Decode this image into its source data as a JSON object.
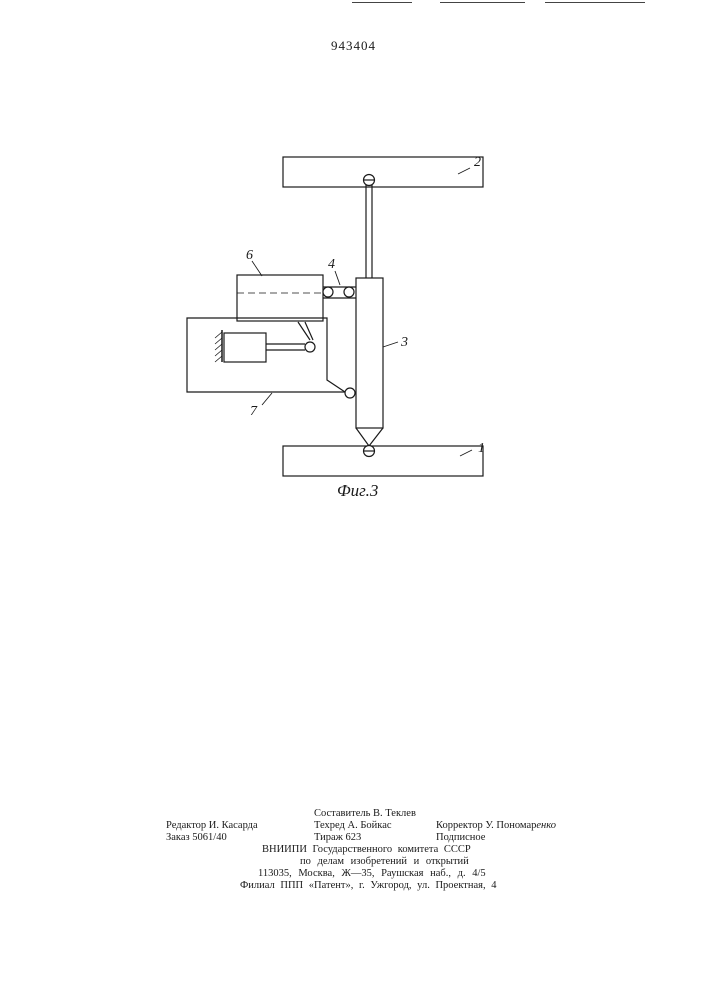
{
  "header": {
    "patent_number": "943404"
  },
  "figure": {
    "caption": "Фиг.3",
    "labels": {
      "l1": "1",
      "l2": "2",
      "l3": "3",
      "l4": "4",
      "l6": "6",
      "l7": "7"
    }
  },
  "colophon": {
    "compiler": "Составитель В. Теклев",
    "editor": "Редактор И. Касарда",
    "techred": "Техред А. Бойкас",
    "corrector_prefix": "Корректор У. Пономар",
    "corrector_suffix": "енко",
    "order": "Заказ 5061/40",
    "circulation": "Тираж 623",
    "subscription": "Подписное",
    "org_line1": "ВНИИПИ Государственного комитета СССР",
    "org_line2": "по делам изобретений и открытий",
    "address": "113035, Москва, Ж—35, Раушская наб., д. 4/5",
    "branch": "Филиал ППП «Патент», г. Ужгород, ул. Проектная, 4"
  }
}
